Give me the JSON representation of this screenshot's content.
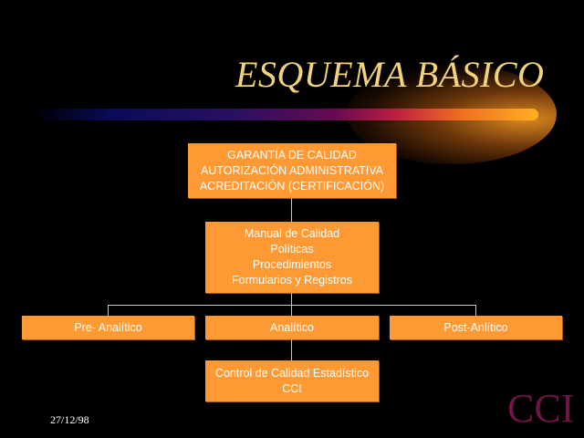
{
  "title": "ESQUEMA BÁSICO",
  "top_box": [
    "GARANTÍA DE CALIDAD",
    "AUTORIZACIÓN ADMINISTRATIVA",
    "ACREDITACIÓN (CERTIFICACIÓN)"
  ],
  "second_box": [
    "Manual de Calidad",
    "Políticas",
    "Procedimientos",
    "Formularios y Registros"
  ],
  "phases": [
    "Pre- Analítico",
    "Analítico",
    "Post-Anlítico"
  ],
  "bottom_box": [
    "Control de Calidad Estadístico",
    "CCI"
  ],
  "footer": {
    "date": "27/12/98",
    "logo": "CCI"
  },
  "colors": {
    "box": "#ff9933",
    "title": "#f2d27a",
    "logo": "#6e1446"
  }
}
